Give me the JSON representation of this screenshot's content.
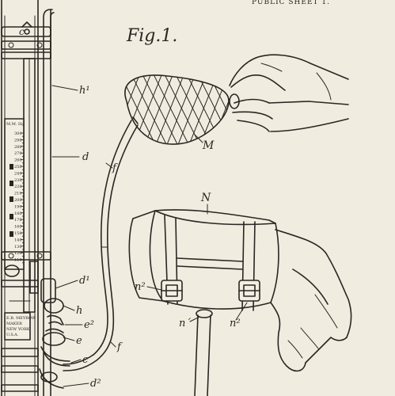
{
  "header": {
    "sheet_text": "PUBLIC SHEET 1."
  },
  "figure": {
    "title": "Fig.1."
  },
  "gauge": {
    "unit_text": "M.M. Hg",
    "scale_numbers": [
      "300",
      "290",
      "280",
      "270",
      "260",
      "250",
      "240",
      "230",
      "220",
      "210",
      "200",
      "190",
      "180",
      "170",
      "160",
      "150",
      "140",
      "130",
      "120",
      "110"
    ],
    "maker_text": [
      "E.B. MEYROW",
      "MAKER",
      "NEW YORK",
      "U.S.A."
    ]
  },
  "labels": {
    "c": "c",
    "h1": "h¹",
    "d": "d",
    "f_upper": "f",
    "M": "M",
    "N": "N",
    "d1": "d¹",
    "h": "h",
    "e2": "e²",
    "e": "e",
    "f_lower": "f",
    "c_lower": "c´",
    "d2": "d²",
    "n2_left": "n²",
    "n1": "n´",
    "n2_right": "n²"
  }
}
